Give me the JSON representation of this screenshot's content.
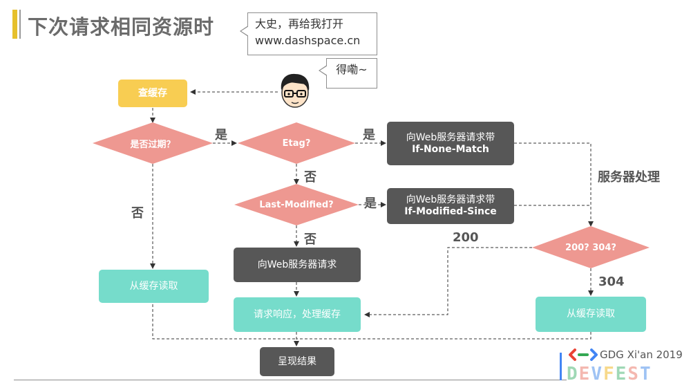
{
  "title": "下次请求相同资源时",
  "callouts": {
    "intro": "大史，再给我打开 www.dashspace.cn",
    "reply": "得嘞~"
  },
  "nodes": {
    "check_cache": "查缓存",
    "expired": "是否过期？",
    "etag": "Etag?",
    "last_modified": "Last-Modified?",
    "req_if_none_match_1": "向Web服务器请求带",
    "req_if_none_match_2": "If-None-Match",
    "req_if_modified_since_1": "向Web服务器请求带",
    "req_if_modified_since_2": "If-Modified-Since",
    "req_web": "向Web服务器请求",
    "status_check": "200? 304?",
    "read_cache_left": "从缓存读取",
    "read_cache_right": "从缓存读取",
    "process_response": "请求响应，处理缓存",
    "show_result": "呈现结果"
  },
  "edge_labels": {
    "expired_yes": "是",
    "expired_no": "否",
    "etag_yes": "是",
    "etag_no": "否",
    "lm_yes": "是",
    "lm_no": "否",
    "server_handle": "服务器处理",
    "code_200": "200",
    "code_304": "304"
  },
  "branding": {
    "event": "GDG Xi'an 2019",
    "devfest": "DEVFEST"
  },
  "colors": {
    "diamond": "#ee9891",
    "teal": "#76dccb",
    "dark": "#575757",
    "yellow": "#f8cd52"
  }
}
